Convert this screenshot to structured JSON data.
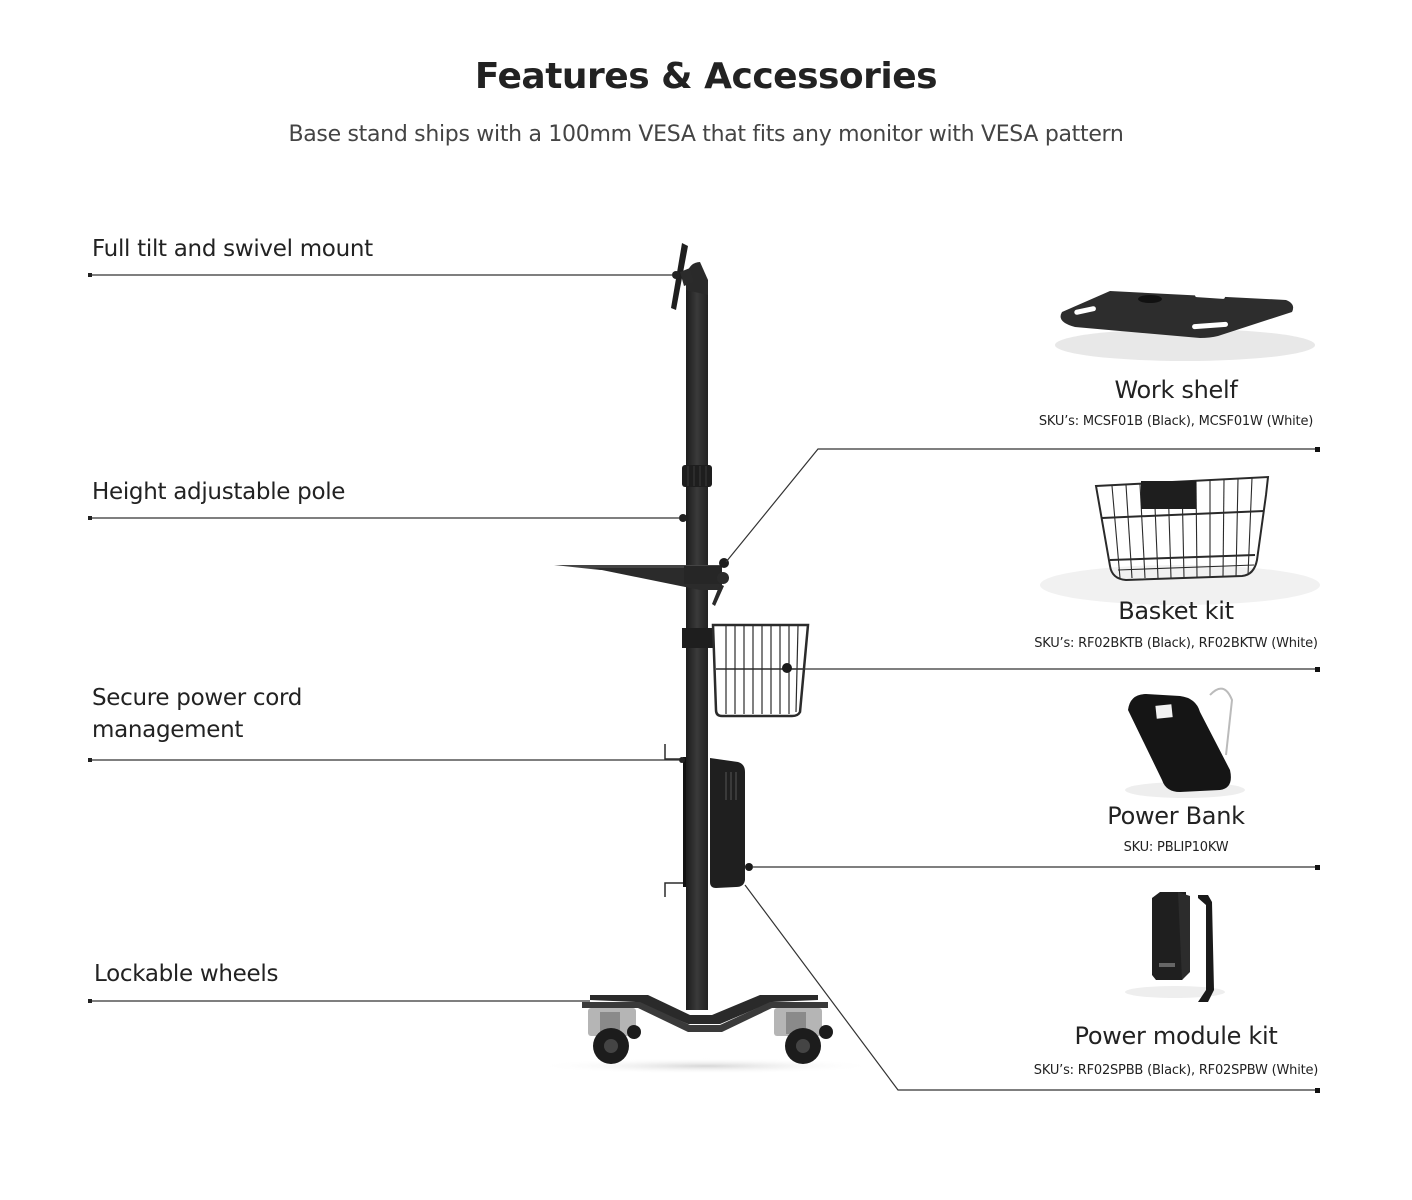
{
  "header": {
    "title": "Features & Accessories",
    "subtitle": "Base stand ships with a 100mm VESA that fits any monitor with VESA pattern"
  },
  "features": [
    {
      "label": "Full tilt and swivel mount"
    },
    {
      "label": "Height adjustable pole"
    },
    {
      "label_line1": "Secure power cord",
      "label_line2": "management"
    },
    {
      "label": "Lockable wheels"
    }
  ],
  "accessories": [
    {
      "name": "Work shelf",
      "sku": "SKU’s: MCSF01B (Black), MCSF01W (White)",
      "icon": "work-shelf-image"
    },
    {
      "name": "Basket kit",
      "sku": "SKU’s: RF02BKTB (Black), RF02BKTW (White)",
      "icon": "basket-image"
    },
    {
      "name": "Power Bank",
      "sku": "SKU: PBLIP10KW",
      "icon": "power-bank-image"
    },
    {
      "name": "Power module kit",
      "sku": "SKU’s: RF02SPBB (Black), RF02SPBW (White)",
      "icon": "power-module-image"
    }
  ],
  "colors": {
    "text": "#222222",
    "product": "#2e2e2e",
    "line": "#333333"
  }
}
